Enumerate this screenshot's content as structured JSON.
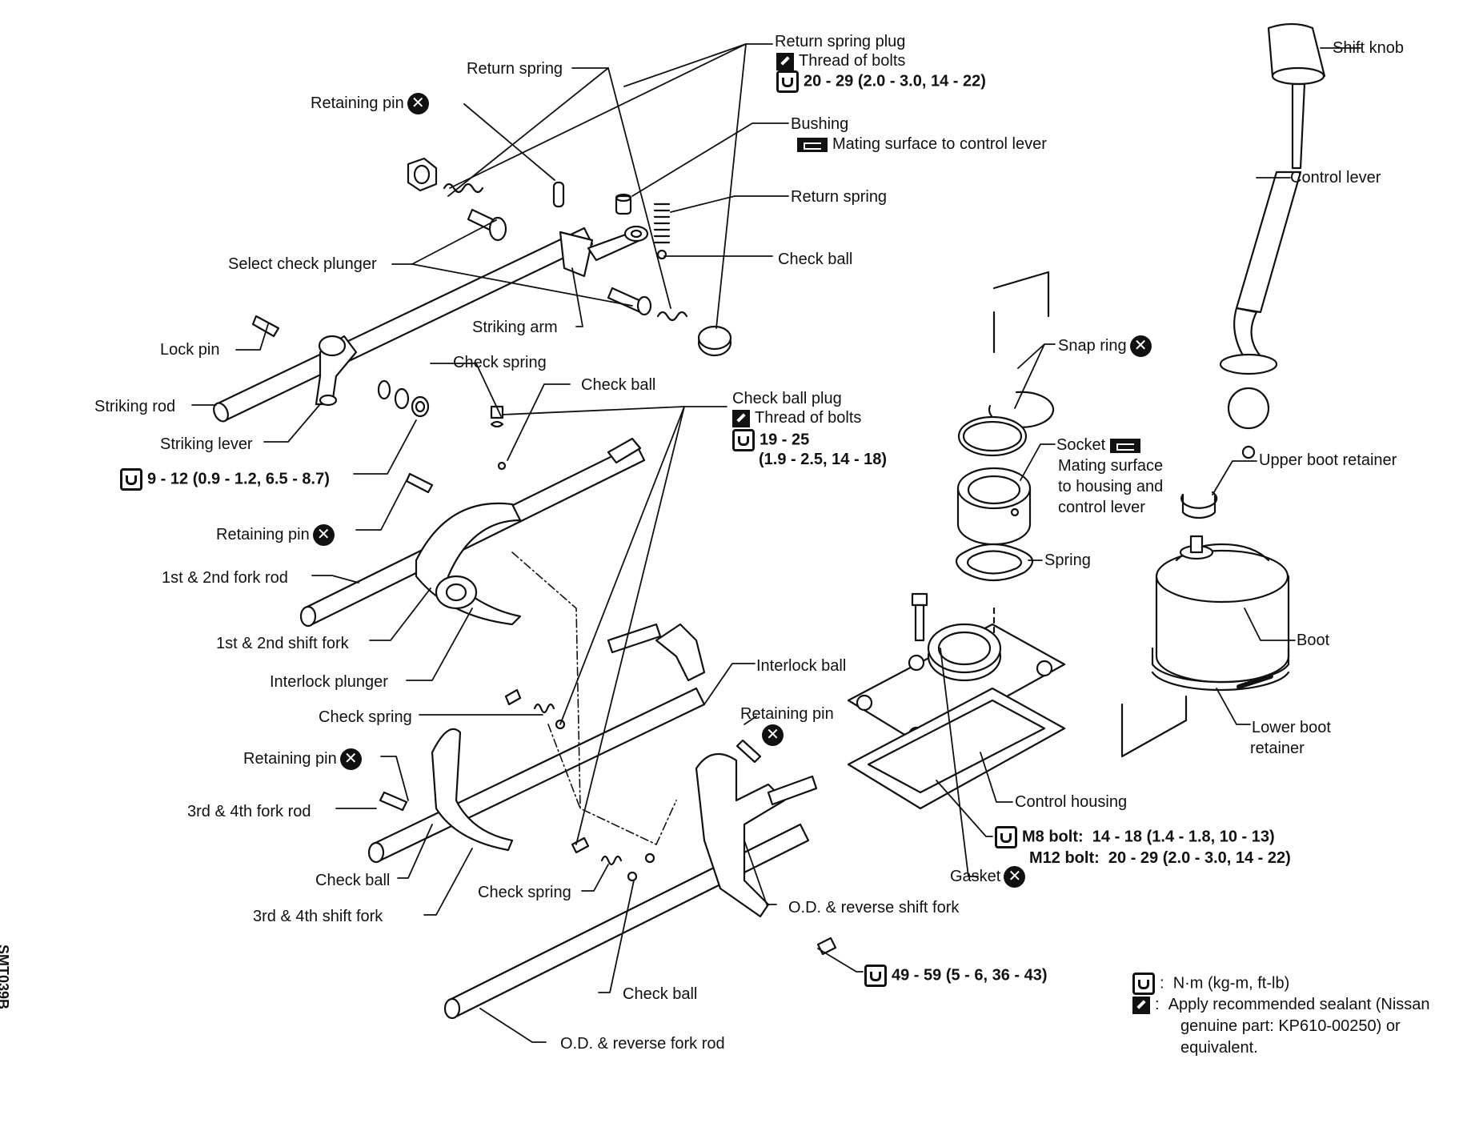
{
  "labels": {
    "return_spring_plug": "Return spring plug",
    "thread_of_bolts_1": "Thread of bolts",
    "torque_plug": "20 - 29 (2.0 - 3.0, 14 - 22)",
    "return_spring_top": "Return spring",
    "retaining_pin_top": "Retaining pin",
    "bushing": "Bushing",
    "bushing_note": "Mating surface to control lever",
    "return_spring_mid": "Return spring",
    "check_ball_top": "Check ball",
    "select_check_plunger": "Select check plunger",
    "striking_arm": "Striking arm",
    "lock_pin": "Lock pin",
    "check_spring_top": "Check spring",
    "check_ball_mid": "Check ball",
    "check_ball_plug": "Check ball plug",
    "thread_of_bolts_2": "Thread of bolts",
    "torque_check_plug_1": "19 - 25",
    "torque_check_plug_2": "(1.9 - 2.5, 14 - 18)",
    "striking_rod": "Striking rod",
    "striking_lever": "Striking lever",
    "torque_lever": "9 - 12 (0.9 - 1.2, 6.5 - 8.7)",
    "retaining_pin_mid": "Retaining pin",
    "fork_rod_12": "1st & 2nd fork rod",
    "shift_fork_12": "1st & 2nd shift fork",
    "interlock_plunger": "Interlock plunger",
    "check_spring_mid": "Check spring",
    "retaining_pin_low": "Retaining pin",
    "fork_rod_34": "3rd & 4th fork rod",
    "check_ball_low": "Check ball",
    "shift_fork_34": "3rd & 4th shift fork",
    "check_spring_low": "Check spring",
    "check_ball_bottom": "Check ball",
    "fork_rod_od": "O.D. & reverse fork rod",
    "interlock_ball": "Interlock ball",
    "retaining_pin_right": "Retaining pin",
    "shift_fork_od": "O.D. & reverse shift fork",
    "torque_od": "49 - 59 (5 - 6, 36 - 43)",
    "snap_ring": "Snap ring",
    "socket": "Socket",
    "socket_note_1": "Mating surface",
    "socket_note_2": "to housing and",
    "socket_note_3": "control lever",
    "spring": "Spring",
    "control_housing": "Control housing",
    "m8_bolt": "M8 bolt:",
    "m8_torque": "14 - 18 (1.4 - 1.8, 10 - 13)",
    "m12_bolt": "M12 bolt:",
    "m12_torque": "20 - 29 (2.0 - 3.0, 14 - 22)",
    "gasket": "Gasket",
    "shift_knob": "Shift knob",
    "control_lever": "Control lever",
    "upper_boot_retainer": "Upper boot retainer",
    "boot": "Boot",
    "lower_boot_retainer_1": "Lower boot",
    "lower_boot_retainer_2": "retainer"
  },
  "legend": {
    "torque_unit": "N·m (kg-m, ft-lb)",
    "sealant_1": "Apply recommended sealant (Nissan",
    "sealant_2": "genuine part:  KP610-00250) or",
    "sealant_3": "equivalent.",
    "colon": ":"
  },
  "replace_symbol": "✕",
  "figure_code": "SMT039B",
  "colors": {
    "ink": "#111111",
    "background": "#ffffff"
  }
}
